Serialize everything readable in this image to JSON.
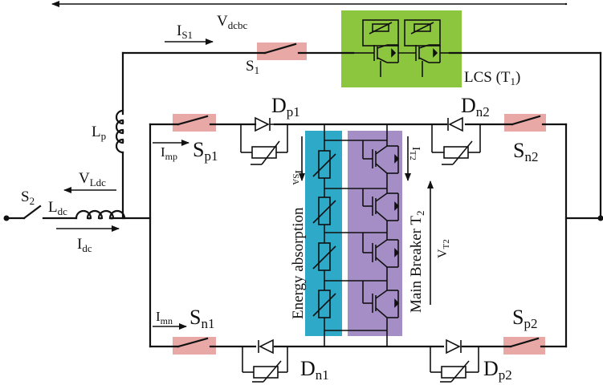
{
  "colors": {
    "wire": "#111111",
    "switch_highlight": "#e8a9a6",
    "lcs_block": "#8cc63f",
    "energy_absorption_band": "#2ea9c8",
    "main_breaker_band": "#a58ec6"
  },
  "labels": {
    "v_dcbc_main": "V",
    "v_dcbc_sub": "dcbc",
    "i_s1_main": "I",
    "i_s1_sub": "S1",
    "s1_main": "S",
    "s1_sub": "1",
    "lcs": "LCS (T",
    "lcs_sub": "1",
    "lcs_end": ")",
    "lp_main": "L",
    "lp_sub": "p",
    "dp1_main": "D",
    "dp1_sub": "p1",
    "dn2_main": "D",
    "dn2_sub": "n2",
    "imp_main": "I",
    "imp_sub": "mp",
    "sp1_main": "S",
    "sp1_sub": "p1",
    "sn2_main": "S",
    "sn2_sub": "n2",
    "isa_main": "I",
    "isa_sub": "SA",
    "it2_main": "I",
    "it2_sub": "T2",
    "vldc_main": "V",
    "vldc_sub": "Ldc",
    "s2_main": "S",
    "s2_sub": "2",
    "ldc_main": "L",
    "ldc_sub": "dc",
    "idc_main": "I",
    "idc_sub": "dc",
    "energy_absorption": "Energy absorption",
    "main_breaker": "Main Breaker T",
    "main_breaker_sub": "2",
    "vt2_main": "V",
    "vt2_sub": "T2",
    "imn_main": "I",
    "imn_sub": "mn",
    "sn1_main": "S",
    "sn1_sub": "n1",
    "sp2_main": "S",
    "sp2_sub": "p2",
    "dn1_main": "D",
    "dn1_sub": "n1",
    "dp2_main": "D",
    "dp2_sub": "p2"
  }
}
